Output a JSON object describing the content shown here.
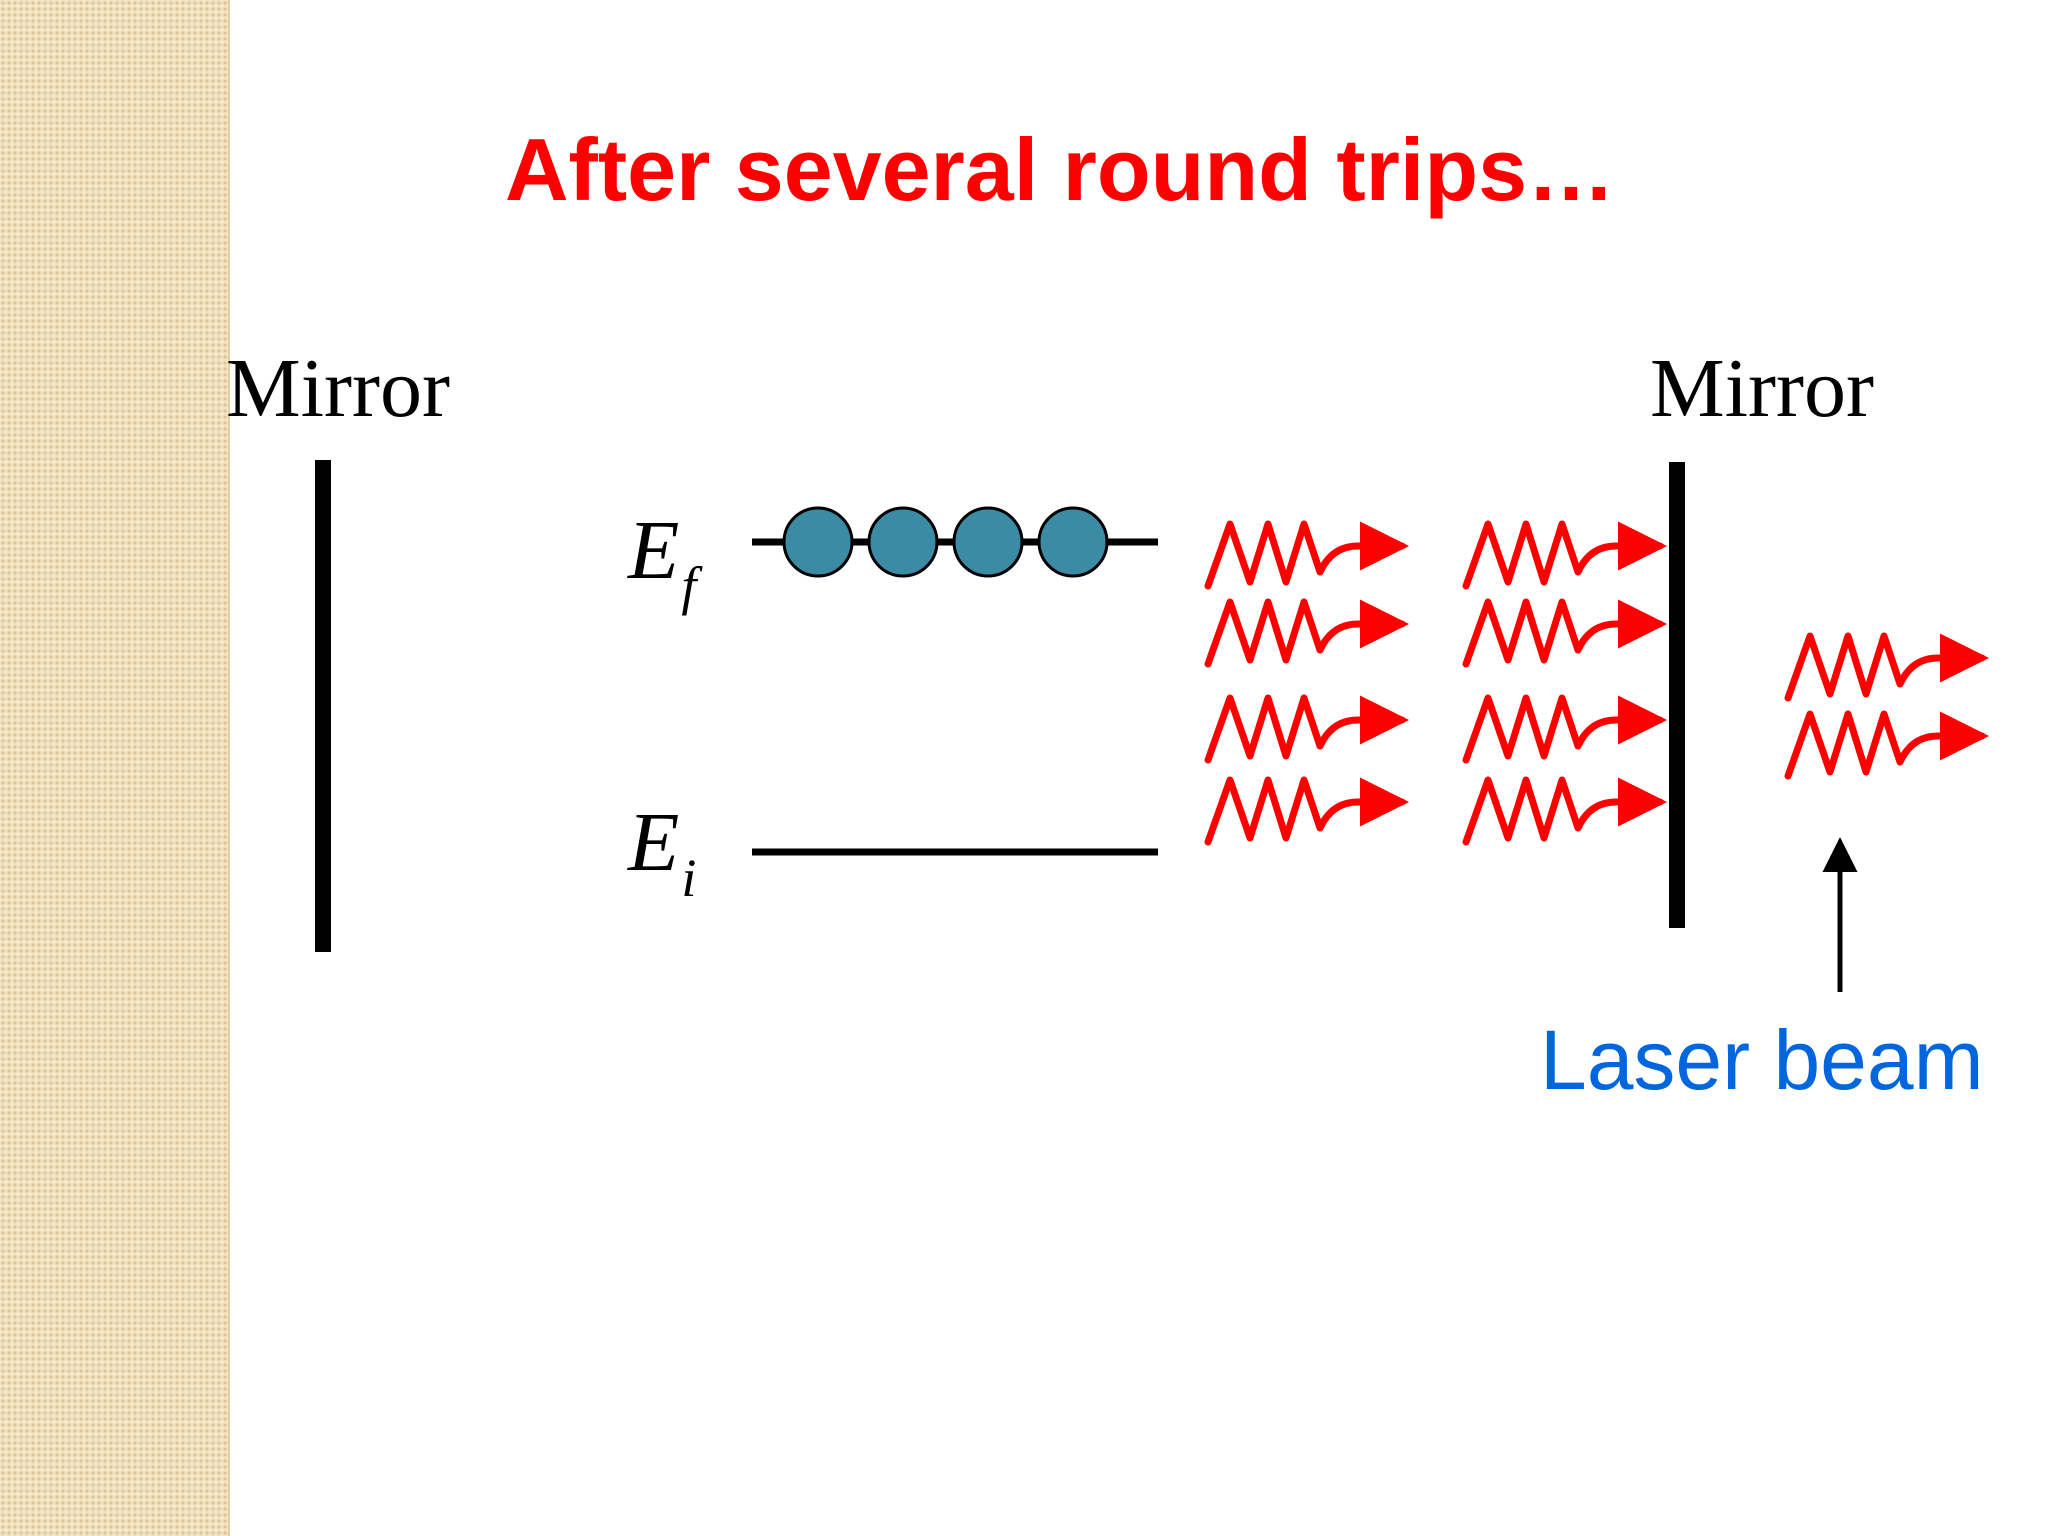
{
  "title": "After several round trips…",
  "mirror_left_label": "Mirror",
  "mirror_right_label": "Mirror",
  "upper_level": {
    "symbol": "E",
    "subscript": "f"
  },
  "lower_level": {
    "symbol": "E",
    "subscript": "i"
  },
  "beam_label": "Laser beam",
  "atom_count": 4,
  "photons_in_cavity": 8,
  "photons_in_beam": 2,
  "colors": {
    "title": "#ff0000",
    "photon": "#ff0000",
    "atom_fill": "#3b8ba5",
    "atom_stroke": "#000000",
    "beam_label": "#0066dd",
    "line": "#000000"
  }
}
